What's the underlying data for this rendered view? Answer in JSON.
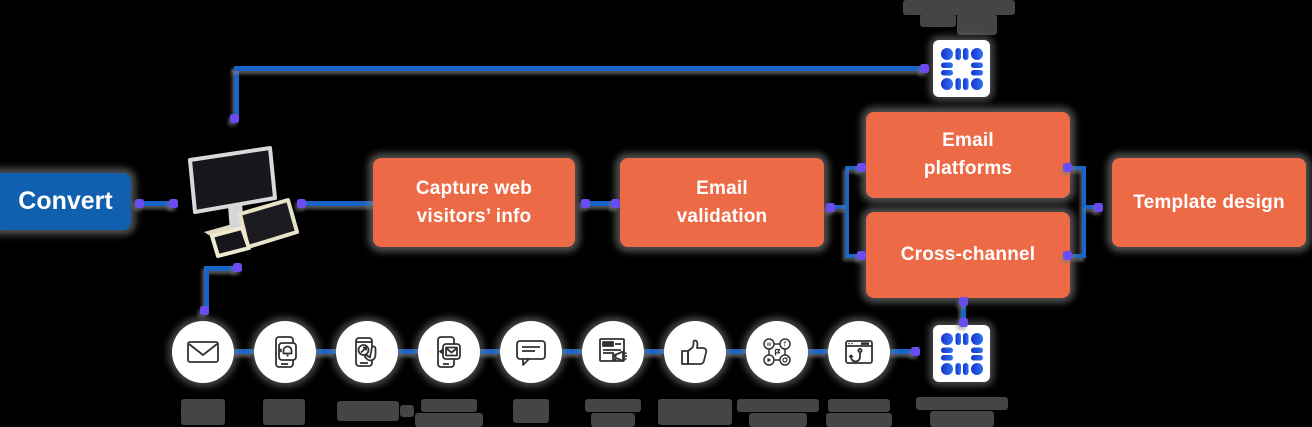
{
  "colors": {
    "background": "#000000",
    "convert_box_blue": "#1160b0",
    "process_box_orange": "#ed6a47",
    "connector_line_blue": "#1a64c8",
    "connector_dot_purple": "#6b4cf0",
    "logo_blue_dark": "#1733cf",
    "logo_blue_light": "#2e74f0",
    "icon_stroke": "#333333",
    "shadow_gray": "#808080",
    "illegible_label_gray": "#454545"
  },
  "flow": {
    "convert": {
      "label": "Convert"
    },
    "boxes": {
      "capture": {
        "line1": "Capture web",
        "line2": "visitors’ info"
      },
      "validation": {
        "line1": "Email",
        "line2": "validation"
      },
      "platforms": {
        "line1": "Email",
        "line2": "platforms"
      },
      "cross": {
        "line1": "Cross-channel"
      },
      "template": {
        "line1": "Template design"
      }
    }
  },
  "logos": {
    "top": "brand-grid-logo",
    "bottom": "brand-grid-logo"
  },
  "bottom_row": {
    "icons": [
      {
        "name": "email-envelope-icon"
      },
      {
        "name": "mobile-push-notification-icon"
      },
      {
        "name": "mobile-tap-icon"
      },
      {
        "name": "mobile-email-icon"
      },
      {
        "name": "sms-chat-bubble-icon"
      },
      {
        "name": "newsletter-megaphone-icon"
      },
      {
        "name": "thumbs-up-icon"
      },
      {
        "name": "social-media-network-icon"
      },
      {
        "name": "browser-webhook-icon"
      },
      {
        "name": "brand-grid-logo"
      }
    ]
  }
}
